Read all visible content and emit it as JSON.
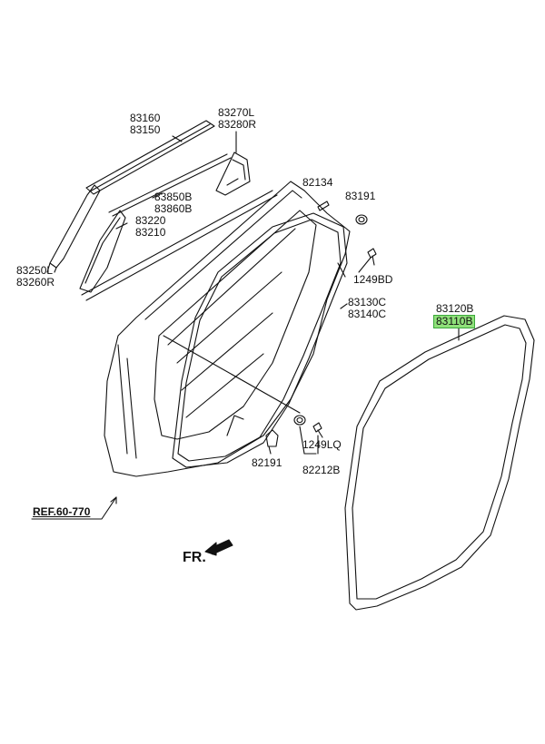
{
  "colors": {
    "line": "#111111",
    "highlight": "#8fe07a",
    "highlight_border": "#3aa83a"
  },
  "labels": {
    "l83160": "83160",
    "l83150": "83150",
    "l83270l": "83270L",
    "l83280r": "83280R",
    "l83850b": "83850B",
    "l83860b": "83860B",
    "l83220": "83220",
    "l83210": "83210",
    "l82134": "82134",
    "l83191": "83191",
    "l83250l": "83250L",
    "l83260r": "83260R",
    "l1249bd": "1249BD",
    "l83130c": "83130C",
    "l83140c": "83140C",
    "l83120b": "83120B",
    "l83110b": "83110B",
    "l1249lq": "1249LQ",
    "l82191": "82191",
    "l82212b": "82212B",
    "ref": "REF.60-770",
    "fr": "FR."
  },
  "highlighted_part": "83110B"
}
